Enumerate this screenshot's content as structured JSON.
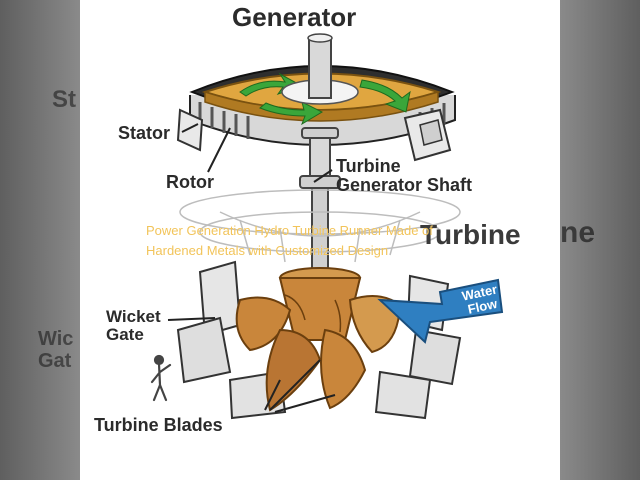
{
  "background": {
    "left_ghost": [
      "St",
      "Wic",
      "Gat"
    ],
    "right_ghost": [
      "ne"
    ]
  },
  "diagram": {
    "title": "Generator",
    "labels": {
      "stator": "Stator",
      "rotor": "Rotor",
      "shaft_line1": "Turbine",
      "shaft_line2": "Generator Shaft",
      "turbine_partial": "Turbine",
      "wicket_line1": "Wicket",
      "wicket_line2": "Gate",
      "water_line1": "Water",
      "water_line2": "Flow",
      "blades": "Turbine Blades"
    },
    "colors": {
      "rotor_green": "#3aa63a",
      "rotor_gold": "#e0a640",
      "stator_dark": "#2e2e2e",
      "blade_brown": "#c9863b",
      "water_blue": "#2f7fc1"
    }
  },
  "overlay": {
    "line1": "Power Generation Hydro Turbine Runner Made of",
    "line2": "Hardened Metals with Customized Design"
  }
}
